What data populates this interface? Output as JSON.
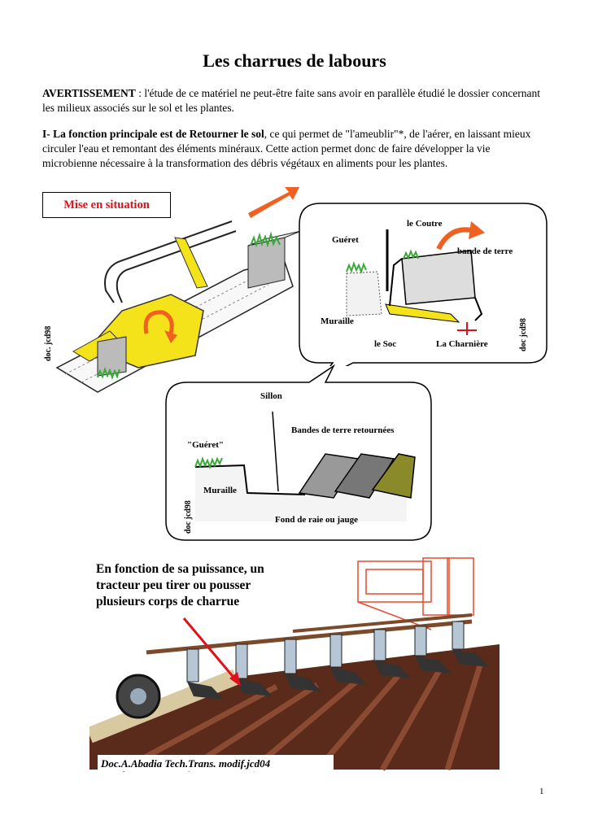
{
  "page": {
    "title": "Les charrues de labours",
    "warning_label": "AVERTISSEMENT",
    "warning_text": " : l'étude de ce matériel ne peut-être faite sans avoir en parallèle étudié le dossier concernant les milieux associés sur le sol et les plantes.",
    "section_label": "I- La fonction principale est de  Retourner le sol",
    "section_text": ", ce qui permet de \"l'ameublir\"*, de l'aérer, en laissant mieux circuler l'eau et remontant des éléments minéraux. Cette action permet donc de faire développer la vie microbienne nécessaire à la transformation des débris végétaux en aliments pour les plantes.",
    "situation_box": "Mise en situation",
    "page_number": "1"
  },
  "figure1": {
    "doc_label": "doc. jcd98"
  },
  "bubble1": {
    "coutre": "le Coutre",
    "gueret": "Guéret",
    "bande": "bande de terre",
    "muraille": "Muraille",
    "soc": "le Soc",
    "charniere": "La Charnière",
    "doc_label": "doc jcd98"
  },
  "bubble2": {
    "sillon": "Sillon",
    "bandes": "Bandes de terre retournées",
    "gueret": "\"Guéret\"",
    "muraille": "Muraille",
    "fond": "Fond de raie ou jauge",
    "doc_label": "doc jcd98"
  },
  "figure2": {
    "caption_line1": "En fonction de sa puissance, un",
    "caption_line2": "tracteur peu tirer ou pousser",
    "caption_line3": "plusieurs corps de charrue",
    "credit": "Doc.A.Abadia Tech.Trans. modif.jcd04"
  },
  "colors": {
    "accent_red": "#e0111b",
    "arrow_orange": "#f06020",
    "plow_yellow": "#f4e21a",
    "soil_brown": "#5a2a1a",
    "grass_green": "#3aa83a"
  }
}
